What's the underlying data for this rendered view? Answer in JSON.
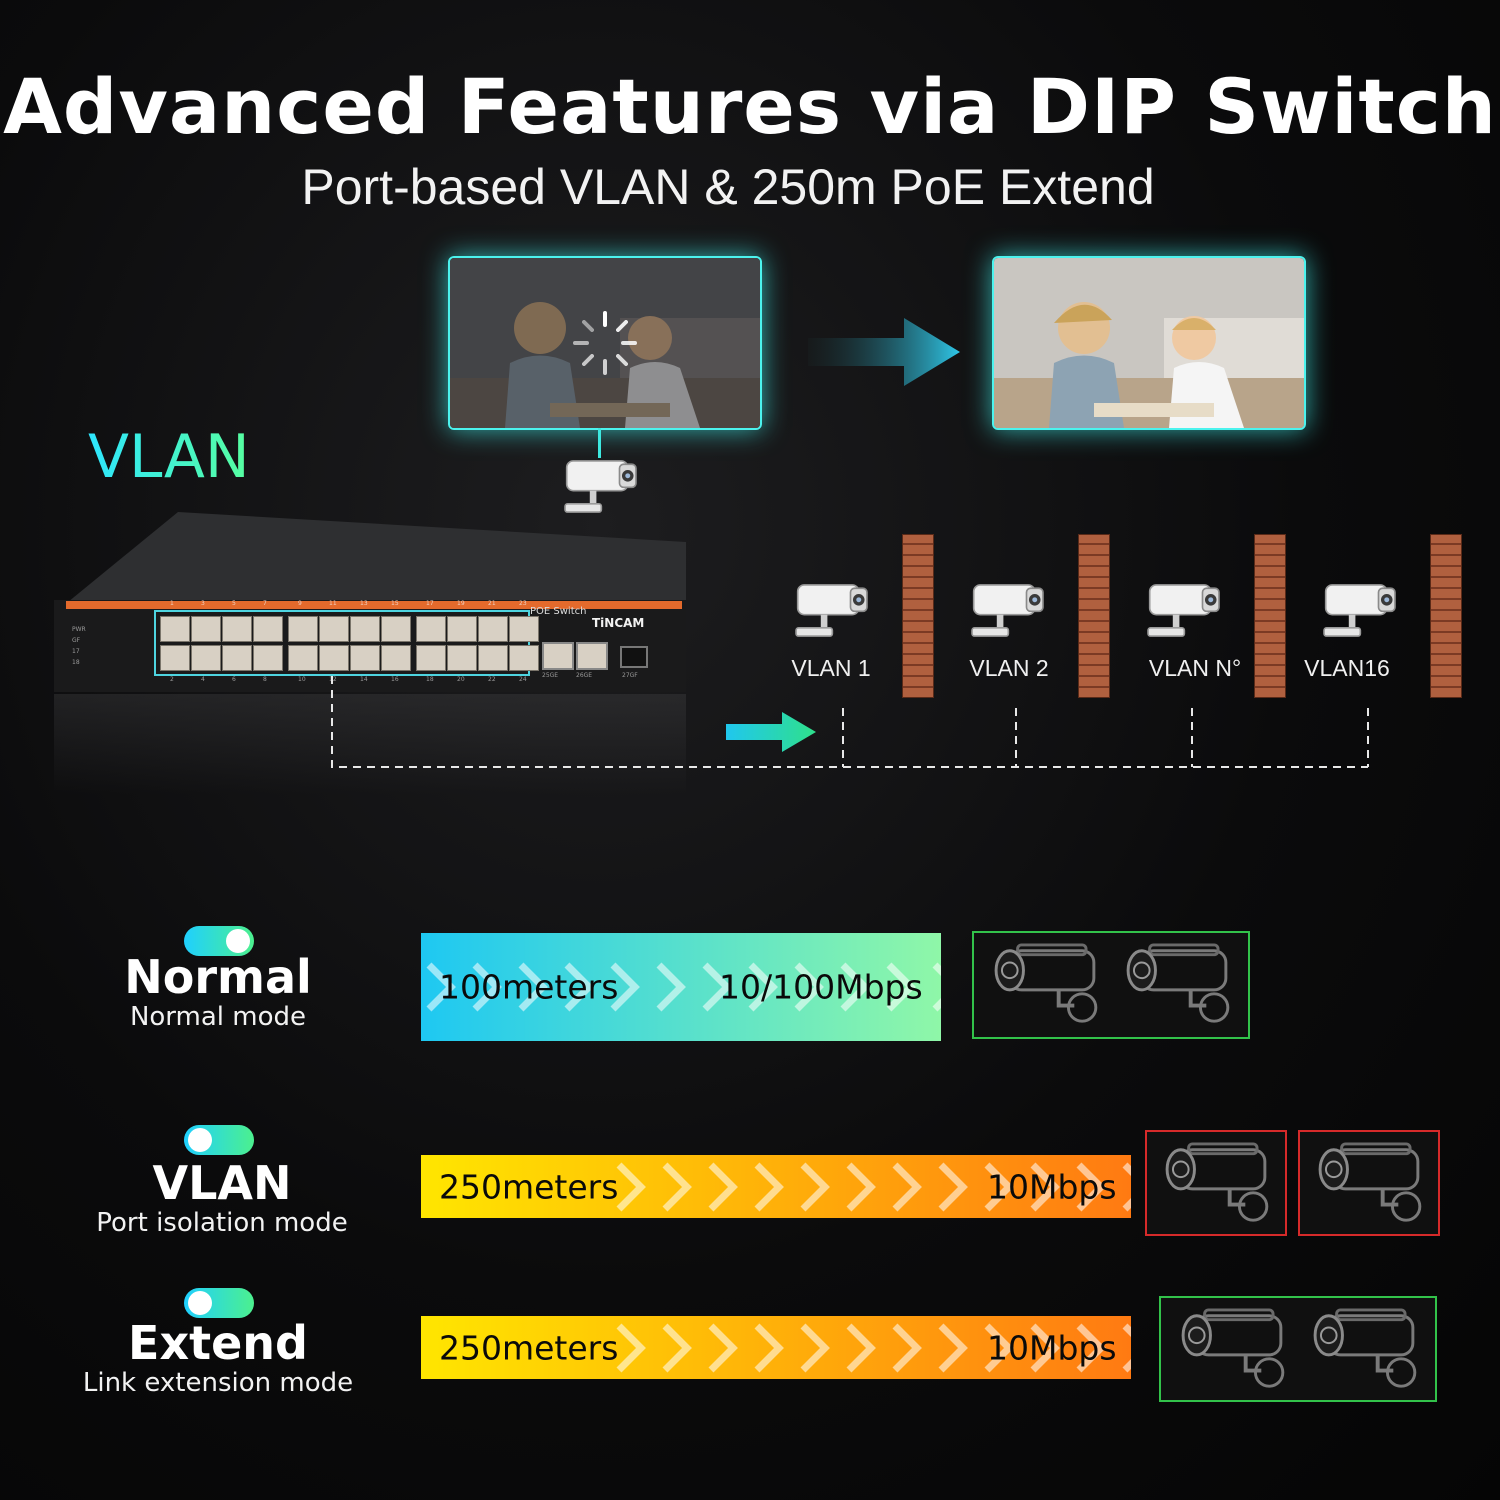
{
  "header": {
    "title": "Advanced Features via DIP Switch",
    "subtitle": "Port-based VLAN & 250m PoE Extend"
  },
  "vlan_section": {
    "heading": "VLAN",
    "cameras": [
      {
        "label": "VLAN 1"
      },
      {
        "label": "VLAN 2"
      },
      {
        "label": "VLAN N°"
      },
      {
        "label": "VLAN16"
      }
    ]
  },
  "switch_device": {
    "brand": "TiNCAM",
    "panel_label": "POE Switch",
    "left_labels": [
      "PWR",
      "GF",
      "17",
      "18"
    ],
    "top_numbers": [
      "1",
      "3",
      "5",
      "7",
      "9",
      "11",
      "13",
      "15",
      "17",
      "19",
      "21",
      "23"
    ],
    "bottom_numbers": [
      "2",
      "4",
      "6",
      "8",
      "10",
      "12",
      "14",
      "16",
      "18",
      "20",
      "22",
      "24"
    ],
    "uplink_labels": [
      "25GE",
      "26GE",
      "27GF"
    ]
  },
  "modes": [
    {
      "name": "Normal",
      "description": "Normal mode",
      "distance": "100meters",
      "speed": "10/100Mbps",
      "status_color": "#32c24a"
    },
    {
      "name": "VLAN",
      "description": "Port isolation mode",
      "distance": "250meters",
      "speed": "10Mbps",
      "status_color": "#d62a2a"
    },
    {
      "name": "Extend",
      "description": "Link extension mode",
      "distance": "250meters",
      "speed": "10Mbps",
      "status_color": "#32c24a"
    }
  ],
  "colors": {
    "accent_cyan": "#4cf3ee",
    "bar_normal_start": "#1ec8f2",
    "bar_normal_end": "#8ff7a8",
    "bar_warn_start": "#ffe600",
    "bar_warn_end": "#ff7a12"
  }
}
